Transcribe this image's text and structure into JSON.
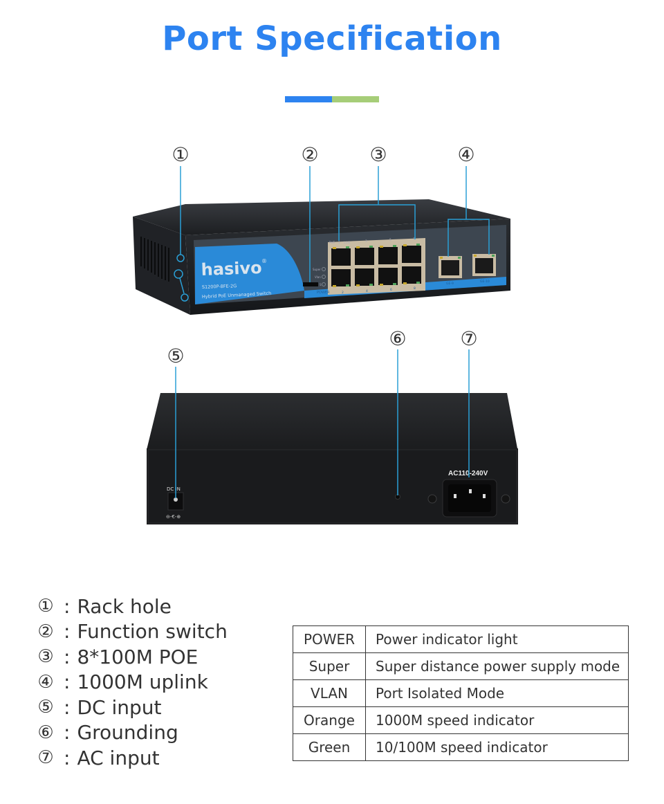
{
  "header": {
    "title": "Port Specification",
    "accent_colors": {
      "blue": "#2d83f0",
      "green": "#a6cd78"
    }
  },
  "front_view": {
    "brand": "hasivo",
    "brand_mark": "®",
    "model": "S1200P-8FE-2G",
    "subtitle": "Hybrid PoE Unmanaged Switch",
    "led_labels": [
      "Super",
      "Vlan",
      "S"
    ],
    "power_label": "POWER",
    "port_top_labels": [
      "PoE",
      "1",
      "Link",
      "3",
      "5",
      "7"
    ],
    "port_bottom_labels": [
      "2",
      "4",
      "6",
      "8"
    ],
    "uplink_labels": [
      "GE-9",
      "GE-10"
    ],
    "callouts": [
      "①",
      "②",
      "③",
      "④"
    ]
  },
  "rear_view": {
    "dc_label": "DC IN",
    "dc_polarity": "⊖-€-⊕",
    "ac_label": "AC110-240V",
    "callouts": [
      "⑤",
      "⑥",
      "⑦"
    ]
  },
  "legend": [
    {
      "num": "①",
      "label": "Rack hole"
    },
    {
      "num": "②",
      "label": "Function switch"
    },
    {
      "num": "③",
      "label": "8*100M POE"
    },
    {
      "num": "④",
      "label": "1000M uplink"
    },
    {
      "num": "⑤",
      "label": "DC input"
    },
    {
      "num": "⑥",
      "label": "Grounding"
    },
    {
      "num": "⑦",
      "label": "AC input"
    }
  ],
  "legend_separator": ":",
  "spec_table": {
    "rows": [
      {
        "key": "POWER",
        "value": "Power indicator light"
      },
      {
        "key": "Super",
        "value": "Super distance power supply mode"
      },
      {
        "key": "VLAN",
        "value": "Port Isolated Mode"
      },
      {
        "key": "Orange",
        "value": "1000M speed indicator"
      },
      {
        "key": "Green",
        "value": "10/100M speed indicator"
      }
    ]
  }
}
